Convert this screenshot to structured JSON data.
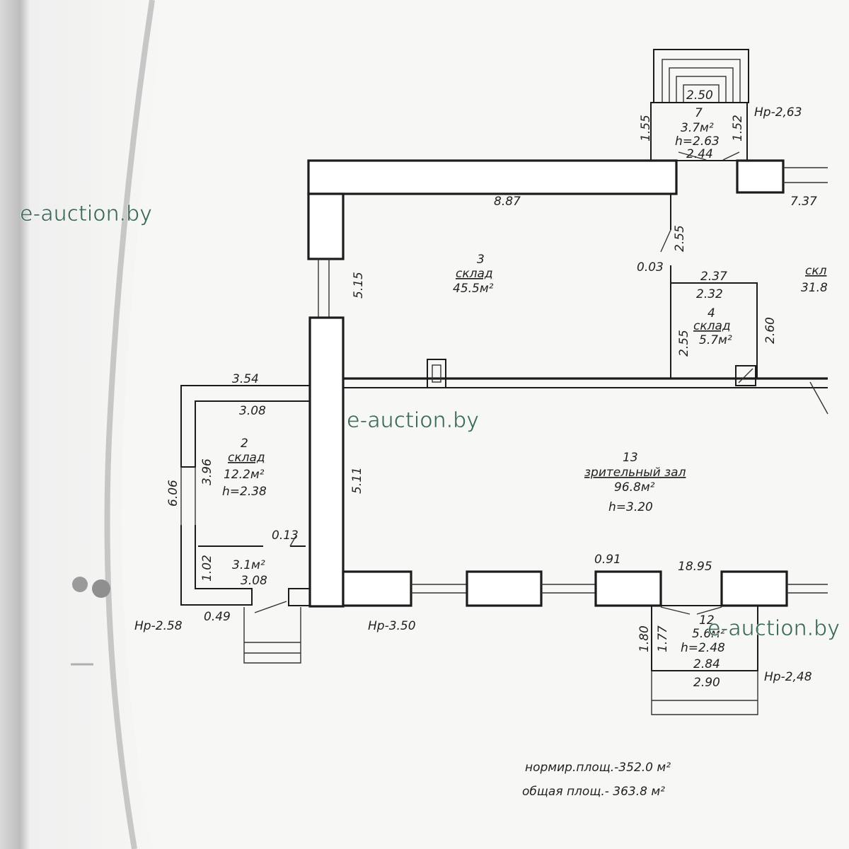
{
  "watermark": "e-auction.by",
  "rooms": {
    "r7": {
      "number": "7",
      "area": "3.7м²",
      "height": "h=2.63",
      "width_top": "2.50",
      "width_bottom": "2.44",
      "left": "1.55",
      "right": "1.52",
      "mark": "Нр-2,63"
    },
    "r3": {
      "number": "3",
      "name": "склад",
      "area": "45.5м²",
      "top": "8.87",
      "left": "5.15",
      "door": "2.55",
      "gap": "0.03"
    },
    "r4": {
      "number": "4",
      "name": "склад",
      "area": "5.7м²",
      "top_outer": "2.37",
      "top_inner": "2.32",
      "left": "2.55",
      "right": "2.60"
    },
    "r_right": {
      "name_partial": "скл",
      "area_partial": "31.8",
      "wall_right": "7.37"
    },
    "r2": {
      "number": "2",
      "name": "склад",
      "area": "12.2м²",
      "height": "h=2.38",
      "top_outer": "3.54",
      "top_inner": "3.08",
      "side_inner": "3.96",
      "side_outer": "6.06"
    },
    "r_small": {
      "area": "3.1м²",
      "width": "3.08",
      "side": "1.02",
      "gap": "0.13",
      "stub": "0.49",
      "mark": "Нр-2.58"
    },
    "r13": {
      "number": "13",
      "name": "зрительный зал",
      "area": "96.8м²",
      "height": "h=3.20",
      "left": "5.11",
      "bottom": "18.95",
      "pier": "0.91",
      "mark": "Нр-3.50"
    },
    "r12": {
      "number": "12",
      "area": "5.6м²",
      "height": "h=2.48",
      "left_outer": "1.80",
      "left_inner": "1.77",
      "width_inner": "2.84",
      "width_outer": "2.90",
      "mark": "Нр-2,48"
    }
  },
  "summary": {
    "norm_area": "нормир.площ.-352.0 м²",
    "total_area": "общая площ.- 363.8 м²"
  }
}
